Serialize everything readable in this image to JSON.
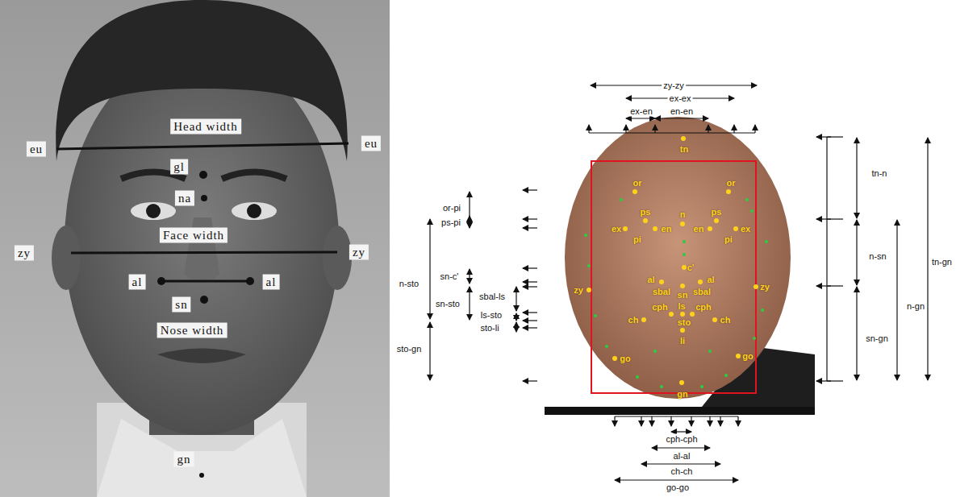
{
  "diagram": {
    "labels": [
      "Head width",
      "eu",
      "eu",
      "gl",
      "na",
      "Face width",
      "zy",
      "zy",
      "al",
      "al",
      "sn",
      "Nose width",
      "gn",
      "tn",
      "or",
      "or",
      "ps",
      "ps",
      "ex",
      "en",
      "n",
      "en",
      "ex",
      "pi",
      "pi",
      "c'",
      "al",
      "al",
      "sbal",
      "sn",
      "sbal",
      "zy",
      "zy",
      "cph",
      "ls",
      "cph",
      "ch",
      "sto",
      "ch",
      "li",
      "go",
      "go",
      "gn",
      "zy-zy",
      "ex-ex",
      "ex-en",
      "en-en",
      "or-pi",
      "ps-pi",
      "n-sto",
      "sn-c'",
      "sbal-ls",
      "sn-sto",
      "ls-sto",
      "sto-li",
      "sto-gn",
      "tn-n",
      "n-sn",
      "sn-gn",
      "n-gn",
      "tn-gn",
      "cph-cph",
      "al-al",
      "ch-ch",
      "go-go"
    ]
  }
}
